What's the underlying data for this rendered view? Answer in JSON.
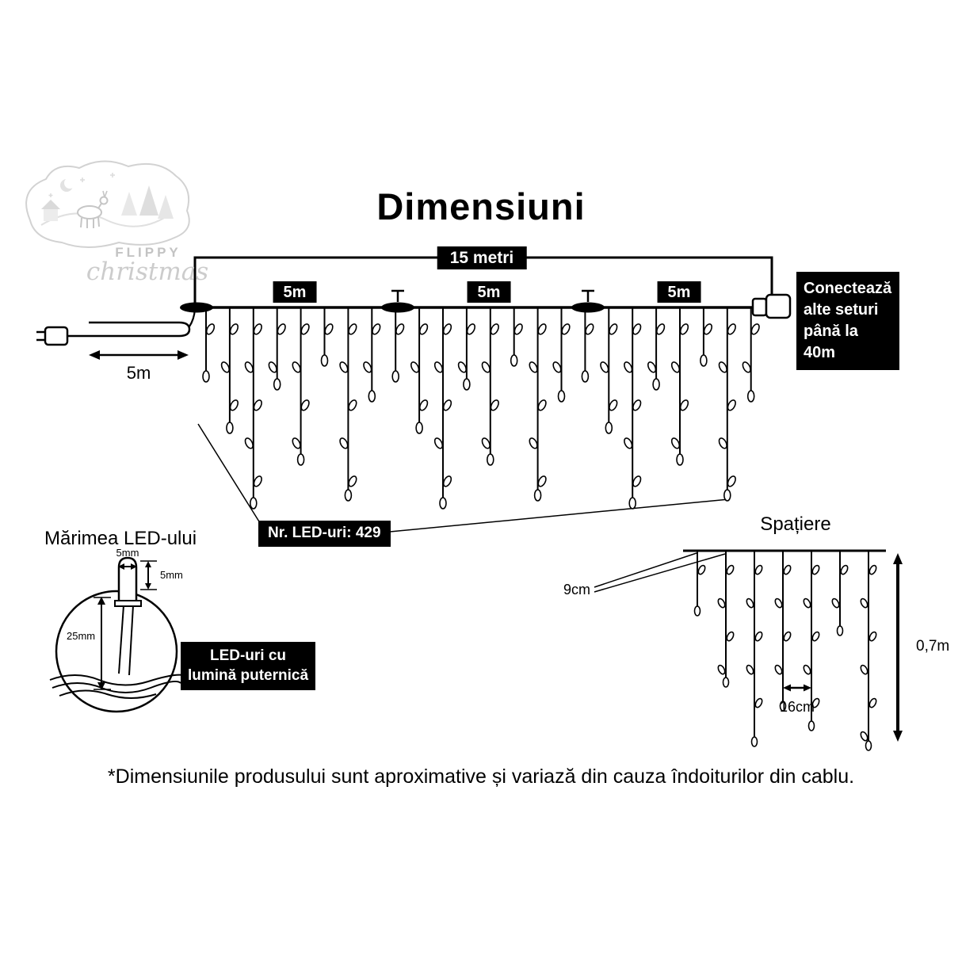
{
  "title": "Dimensiuni",
  "logo": {
    "brand": "FLIPPY",
    "script": "christmas"
  },
  "string_diagram": {
    "total_length": "15 metri",
    "segments": [
      "5m",
      "5m",
      "5m"
    ],
    "lead_length": "5m",
    "connect_note": "Conectează alte seturi până la 40m",
    "led_count": "Nr. LED-uri: 429"
  },
  "led_size": {
    "heading": "Mărimea LED-ului",
    "tip_width": "5mm",
    "tip_height": "5mm",
    "body_length": "25mm",
    "callout": "LED-uri cu lumină puternică"
  },
  "spacing": {
    "heading": "Spațiere",
    "drop_gap": "9cm",
    "bulb_gap": "16cm",
    "drop_length": "0,7m"
  },
  "footnote": "*Dimensiunile produsului sunt aproximative și variază din cauza îndoiturilor din cablu.",
  "colors": {
    "ink": "#000000",
    "paper": "#ffffff",
    "logo_gray": "#c8c8c8"
  }
}
